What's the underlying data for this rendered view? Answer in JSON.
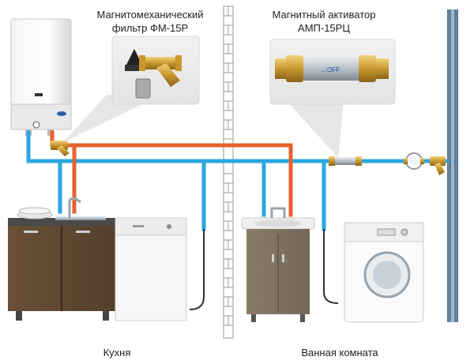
{
  "labels": {
    "filter_line1": "Магнитомеханический",
    "filter_line2": "фильтр ФМ-15Р",
    "activator_line1": "Магнитный активатор",
    "activator_line2": "АМП-15РЦ",
    "kitchen": "Кухня",
    "bathroom": "Ванная комната",
    "activator_brand": "…OFF"
  },
  "colors": {
    "cold_pipe": "#2aa6e0",
    "hot_pipe": "#e8612c",
    "wall": "#9a9a9a",
    "riser": "#6a8aa8"
  }
}
